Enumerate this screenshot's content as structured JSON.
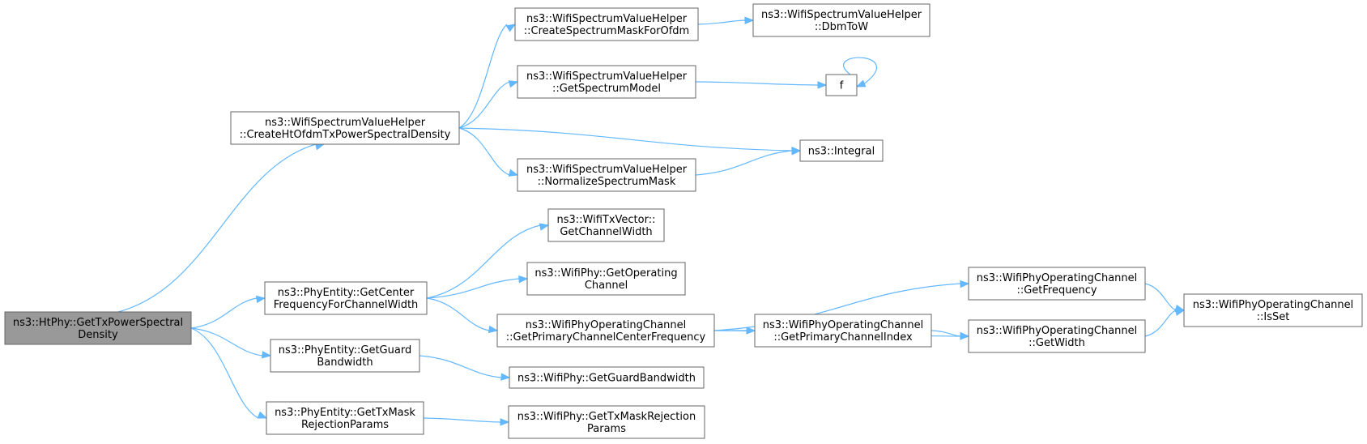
{
  "nodes": [
    {
      "id": "root",
      "lines": [
        "ns3::HtPhy::GetTxPowerSpectral",
        "Density"
      ]
    },
    {
      "id": "create_ht",
      "lines": [
        "ns3::WifiSpectrumValueHelper",
        "::CreateHtOfdmTxPowerSpectralDensity"
      ]
    },
    {
      "id": "get_center",
      "lines": [
        "ns3::PhyEntity::GetCenter",
        "FrequencyForChannelWidth"
      ]
    },
    {
      "id": "get_guard",
      "lines": [
        "ns3::PhyEntity::GetGuard",
        "Bandwidth"
      ]
    },
    {
      "id": "get_txmask",
      "lines": [
        "ns3::PhyEntity::GetTxMask",
        "RejectionParams"
      ]
    },
    {
      "id": "create_mask",
      "lines": [
        "ns3::WifiSpectrumValueHelper",
        "::CreateSpectrumMaskForOfdm"
      ]
    },
    {
      "id": "get_model",
      "lines": [
        "ns3::WifiSpectrumValueHelper",
        "::GetSpectrumModel"
      ]
    },
    {
      "id": "normalize",
      "lines": [
        "ns3::WifiSpectrumValueHelper",
        "::NormalizeSpectrumMask"
      ]
    },
    {
      "id": "dbmtow",
      "lines": [
        "ns3::WifiSpectrumValueHelper",
        "::DbmToW"
      ]
    },
    {
      "id": "f",
      "lines": [
        "f"
      ]
    },
    {
      "id": "integral",
      "lines": [
        "ns3::Integral"
      ]
    },
    {
      "id": "txvec_width",
      "lines": [
        "ns3::WifiTxVector::",
        "GetChannelWidth"
      ]
    },
    {
      "id": "phy_opchan",
      "lines": [
        "ns3::WifiPhy::GetOperating",
        "Channel"
      ]
    },
    {
      "id": "primary_center",
      "lines": [
        "ns3::WifiPhyOperatingChannel",
        "::GetPrimaryChannelCenterFrequency"
      ]
    },
    {
      "id": "phy_guard",
      "lines": [
        "ns3::WifiPhy::GetGuardBandwidth"
      ]
    },
    {
      "id": "phy_txmask",
      "lines": [
        "ns3::WifiPhy::GetTxMaskRejection",
        "Params"
      ]
    },
    {
      "id": "primary_index",
      "lines": [
        "ns3::WifiPhyOperatingChannel",
        "::GetPrimaryChannelIndex"
      ]
    },
    {
      "id": "get_frequency",
      "lines": [
        "ns3::WifiPhyOperatingChannel",
        "::GetFrequency"
      ]
    },
    {
      "id": "get_width",
      "lines": [
        "ns3::WifiPhyOperatingChannel",
        "::GetWidth"
      ]
    },
    {
      "id": "isset",
      "lines": [
        "ns3::WifiPhyOperatingChannel",
        "::IsSet"
      ]
    }
  ],
  "edges": [
    [
      "root",
      "create_ht"
    ],
    [
      "root",
      "get_center"
    ],
    [
      "root",
      "get_guard"
    ],
    [
      "root",
      "get_txmask"
    ],
    [
      "create_ht",
      "create_mask"
    ],
    [
      "create_ht",
      "get_model"
    ],
    [
      "create_ht",
      "integral"
    ],
    [
      "create_ht",
      "normalize"
    ],
    [
      "create_mask",
      "dbmtow"
    ],
    [
      "get_model",
      "f"
    ],
    [
      "f",
      "f"
    ],
    [
      "normalize",
      "integral"
    ],
    [
      "get_center",
      "txvec_width"
    ],
    [
      "get_center",
      "phy_opchan"
    ],
    [
      "get_center",
      "primary_center"
    ],
    [
      "get_guard",
      "phy_guard"
    ],
    [
      "get_txmask",
      "phy_txmask"
    ],
    [
      "primary_center",
      "get_frequency"
    ],
    [
      "primary_center",
      "primary_index"
    ],
    [
      "primary_center",
      "get_width"
    ],
    [
      "primary_index",
      "get_width"
    ],
    [
      "get_frequency",
      "isset"
    ],
    [
      "get_width",
      "isset"
    ]
  ]
}
